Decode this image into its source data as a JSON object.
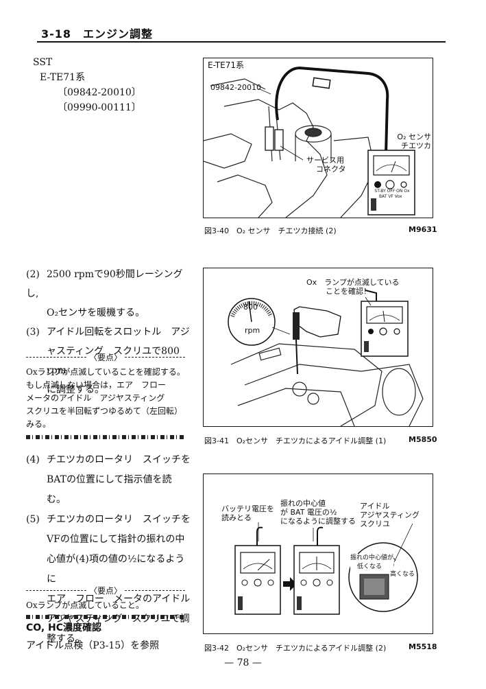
{
  "header": {
    "title": "3-18　エンジン調整"
  },
  "sst": {
    "label": "SST",
    "model": "E-TE71系",
    "tool1": "〔09842-20010〕",
    "tool2": "〔09990-00111〕"
  },
  "steps_a": {
    "s2_num": "(2)",
    "s2_l1": "2500 rpmで90秒間レーシングし,",
    "s2_l2": "O₂センサを暖機する。",
    "s3_num": "(3)",
    "s3_l1": "アイドル回転をスロットル　アジ",
    "s3_l2": "ャスティング　スクリユで800 rpm",
    "s3_l3": "に調整する。"
  },
  "note1": {
    "head": "〈要点〉",
    "l1": "Oxランプが点滅していることを確認する。",
    "l2": "もし点滅しない場合は，エア　フロー",
    "l3": "メータのアイドル　アジヤスティング",
    "l4": "スクリユを半回転ずつゆるめて（左回転）",
    "l5": "みる。"
  },
  "steps_b": {
    "s4_num": "(4)",
    "s4_l1": "チエツカのロータリ　スイッチを",
    "s4_l2": "BATの位置にして指示値を読む。",
    "s5_num": "(5)",
    "s5_l1": "チエツカのロータリ　スイッチを",
    "s5_l2": "VFの位置にして指針の振れの中",
    "s5_l3": "心値が(4)項の値の½になるように",
    "s5_l4": "エア　フロー　メータのアイドル",
    "s5_l5": "アジヤスティング　スクリユで調",
    "s5_l6": "整する。"
  },
  "note2": {
    "head": "〈要点〉",
    "l1": "Oxランプが点滅していること。"
  },
  "section": {
    "heading": "CO, HC濃度確認",
    "text": "アイドル点検（P3-15）を参照"
  },
  "fig40": {
    "model": "E-TE71系",
    "part": "09842-20010",
    "sensor_l1": "O₂ センサ",
    "sensor_l2": "チエツカ",
    "conn_l1": "サービス用",
    "conn_l2": "コネクタ",
    "meter_labels": "ST-BY OFF·ON  Ox",
    "meter_labels2": "BAT  VF  Vox",
    "caption": "図3-40　O₂ センサ　チエツカ接続 (2)",
    "code": "M9631"
  },
  "fig41": {
    "lamp_l1": "Ox　ランプが点滅している",
    "lamp_l2": "ことを確認！",
    "tach_value": "800",
    "tach_unit": "rpm",
    "caption": "図3-41　O₂センサ　チエツカによるアイドル調整 (1)",
    "code": "M5850"
  },
  "fig42": {
    "c1_l1": "バッテリ電圧を",
    "c1_l2": "読みとる",
    "c2_l1": "振れの中心値",
    "c2_l2": "が BAT 電圧の½",
    "c2_l3": "になるように調整する",
    "c3_l1": "アイドル",
    "c3_l2": "アジヤスティング",
    "c3_l3": "スクリユ",
    "low_l1": "振れの中心値が",
    "low_l2": "低くなる",
    "high": "高くなる",
    "caption": "図3-42　O₂センサ　チエツカによるアイドル調整 (2)",
    "code": "M5518"
  },
  "footer": {
    "page": "— 78 —"
  }
}
